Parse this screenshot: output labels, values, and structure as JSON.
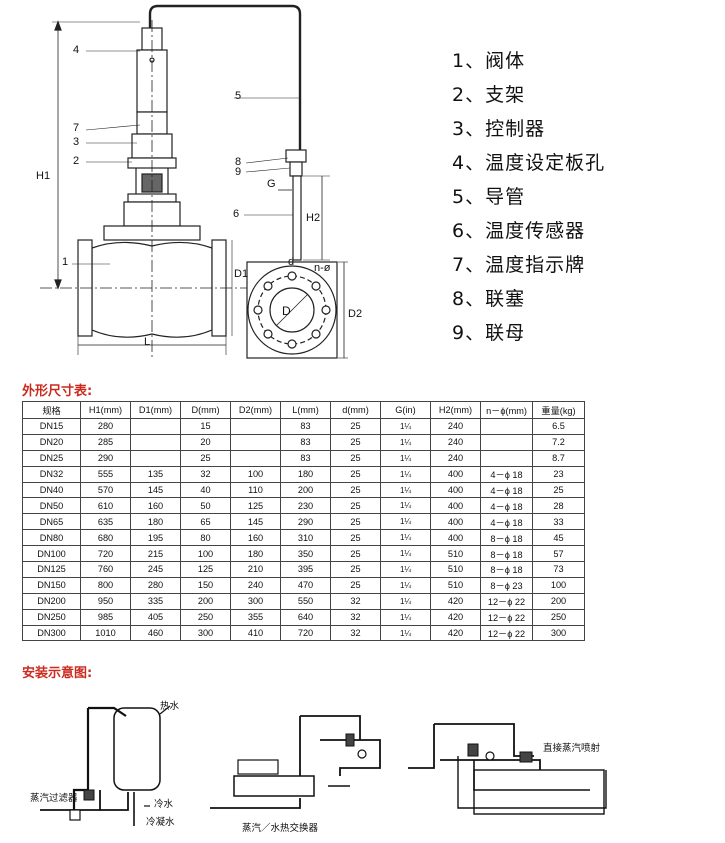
{
  "parts_list": [
    "1、阀体",
    "2、支架",
    "3、控制器",
    "4、温度设定板孔",
    "5、导管",
    "6、温度传感器",
    "7、温度指示牌",
    "8、联塞",
    "9、联母"
  ],
  "drawing_labels": {
    "callout_4": "4",
    "callout_5": "5",
    "callout_7": "7",
    "callout_3": "3",
    "callout_2": "2",
    "callout_8": "8",
    "callout_9": "9",
    "callout_6": "6",
    "callout_1": "1",
    "h1": "H1",
    "h2": "H2",
    "g": "G",
    "d": "d",
    "n_phi": "n-ø",
    "d1": "D1",
    "big_d": "D",
    "d2": "D2",
    "l": "L"
  },
  "dimension_table": {
    "title": "外形尺寸表:",
    "headers": [
      "规格",
      "H1(mm)",
      "D1(mm)",
      "D(mm)",
      "D2(mm)",
      "L(mm)",
      "d(mm)",
      "G(in)",
      "H2(mm)",
      "n－ϕ(mm)",
      "重量(kg)"
    ],
    "rows": [
      [
        "DN15",
        "280",
        "",
        "15",
        "",
        "83",
        "25",
        "1¼",
        "240",
        "",
        "6.5"
      ],
      [
        "DN20",
        "285",
        "",
        "20",
        "",
        "83",
        "25",
        "1¼",
        "240",
        "",
        "7.2"
      ],
      [
        "DN25",
        "290",
        "",
        "25",
        "",
        "83",
        "25",
        "1¼",
        "240",
        "",
        "8.7"
      ],
      [
        "DN32",
        "555",
        "135",
        "32",
        "100",
        "180",
        "25",
        "1¼",
        "400",
        "4－ϕ 18",
        "23"
      ],
      [
        "DN40",
        "570",
        "145",
        "40",
        "110",
        "200",
        "25",
        "1¼",
        "400",
        "4－ϕ 18",
        "25"
      ],
      [
        "DN50",
        "610",
        "160",
        "50",
        "125",
        "230",
        "25",
        "1¼",
        "400",
        "4－ϕ 18",
        "28"
      ],
      [
        "DN65",
        "635",
        "180",
        "65",
        "145",
        "290",
        "25",
        "1¼",
        "400",
        "4－ϕ 18",
        "33"
      ],
      [
        "DN80",
        "680",
        "195",
        "80",
        "160",
        "310",
        "25",
        "1¼",
        "400",
        "8－ϕ 18",
        "45"
      ],
      [
        "DN100",
        "720",
        "215",
        "100",
        "180",
        "350",
        "25",
        "1¼",
        "510",
        "8－ϕ 18",
        "57"
      ],
      [
        "DN125",
        "760",
        "245",
        "125",
        "210",
        "395",
        "25",
        "1¼",
        "510",
        "8－ϕ 18",
        "73"
      ],
      [
        "DN150",
        "800",
        "280",
        "150",
        "240",
        "470",
        "25",
        "1¼",
        "510",
        "8－ϕ 23",
        "100"
      ],
      [
        "DN200",
        "950",
        "335",
        "200",
        "300",
        "550",
        "32",
        "1¼",
        "420",
        "12－ϕ 22",
        "200"
      ],
      [
        "DN250",
        "985",
        "405",
        "250",
        "355",
        "640",
        "32",
        "1¼",
        "420",
        "12－ϕ 22",
        "250"
      ],
      [
        "DN300",
        "1010",
        "460",
        "300",
        "410",
        "720",
        "32",
        "1¼",
        "420",
        "12－ϕ 22",
        "300"
      ]
    ]
  },
  "installation": {
    "title": "安装示意图:",
    "hot_water": "热水",
    "steam_filter": "蒸汽过滤器",
    "cold_water": "冷水",
    "condensate": "冷凝水",
    "exchanger": "蒸汽／水热交换器",
    "direct_spray": "直接蒸汽喷射"
  }
}
